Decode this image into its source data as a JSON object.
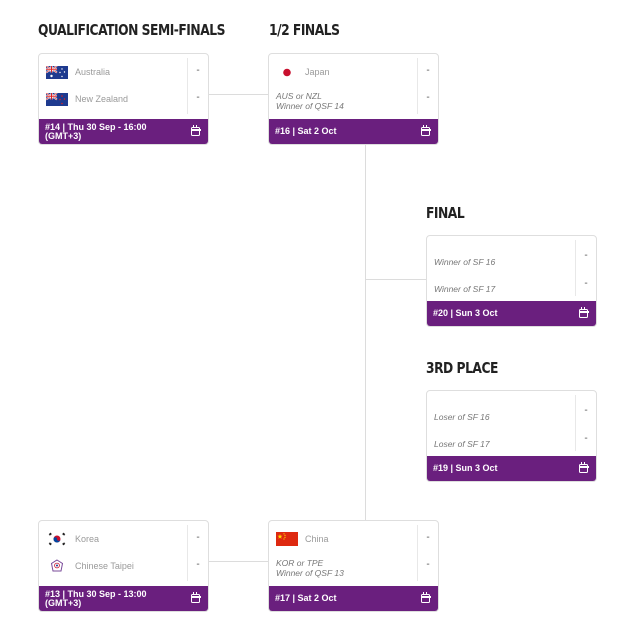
{
  "stages": {
    "qsf": "QUALIFICATION SEMI-FINALS",
    "semis": "1/2 FINALS",
    "final": "FINAL",
    "third": "3RD PLACE"
  },
  "games": {
    "qsf14": {
      "team1": {
        "name": "Australia",
        "flag": "australia-flag"
      },
      "team2": {
        "name": "New Zealand",
        "flag": "new-zealand-flag"
      },
      "score1": "-",
      "score2": "-",
      "info": "#14 | Thu 30 Sep - 16:00 (GMT+3)"
    },
    "sf16": {
      "team1": {
        "name": "Japan",
        "flag": "japan-flag"
      },
      "team2_line1": "AUS or NZL",
      "team2_line2": "Winner of QSF 14",
      "score1": "-",
      "score2": "-",
      "info": "#16 | Sat 2 Oct"
    },
    "final20": {
      "team1": "Winner of SF 16",
      "team2": "Winner of SF 17",
      "score1": "-",
      "score2": "-",
      "info": "#20 | Sun 3 Oct"
    },
    "third19": {
      "team1": "Loser of SF 16",
      "team2": "Loser of SF 17",
      "score1": "-",
      "score2": "-",
      "info": "#19 | Sun 3 Oct"
    },
    "qsf13": {
      "team1": {
        "name": "Korea",
        "flag": "korea-flag"
      },
      "team2": {
        "name": "Chinese Taipei",
        "flag": "chinese-taipei-flag"
      },
      "score1": "-",
      "score2": "-",
      "info": "#13 | Thu 30 Sep - 13:00 (GMT+3)"
    },
    "sf17": {
      "team1": {
        "name": "China",
        "flag": "china-flag"
      },
      "team2_line1": "KOR or TPE",
      "team2_line2": "Winner of QSF 13",
      "score1": "-",
      "score2": "-",
      "info": "#17 | Sat 2 Oct"
    }
  },
  "colors": {
    "footer": "#6a1f7e",
    "border": "#dedede",
    "connector": "#dcdcdc"
  }
}
